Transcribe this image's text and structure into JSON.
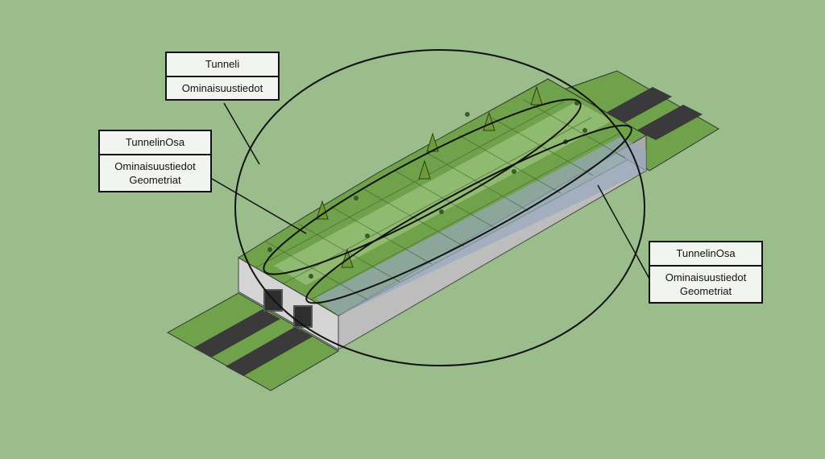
{
  "boxes": {
    "tunneli": {
      "title": "Tunneli",
      "attributes": [
        "Ominaisuustiedot"
      ]
    },
    "tunnelin_osa_left": {
      "title": "TunnelinOsa",
      "attributes": [
        "Ominaisuustiedot",
        "Geometriat"
      ]
    },
    "tunnelin_osa_right": {
      "title": "TunnelinOsa",
      "attributes": [
        "Ominaisuustiedot",
        "Geometriat"
      ]
    }
  },
  "colors": {
    "background": "#9bbd8c",
    "grass_top": "#7fb25c",
    "road": "#333333",
    "tunnel_wall": "#c2c2c2",
    "tunnel_interior": "#9aa8b6",
    "tree": "#6f9a3a"
  }
}
